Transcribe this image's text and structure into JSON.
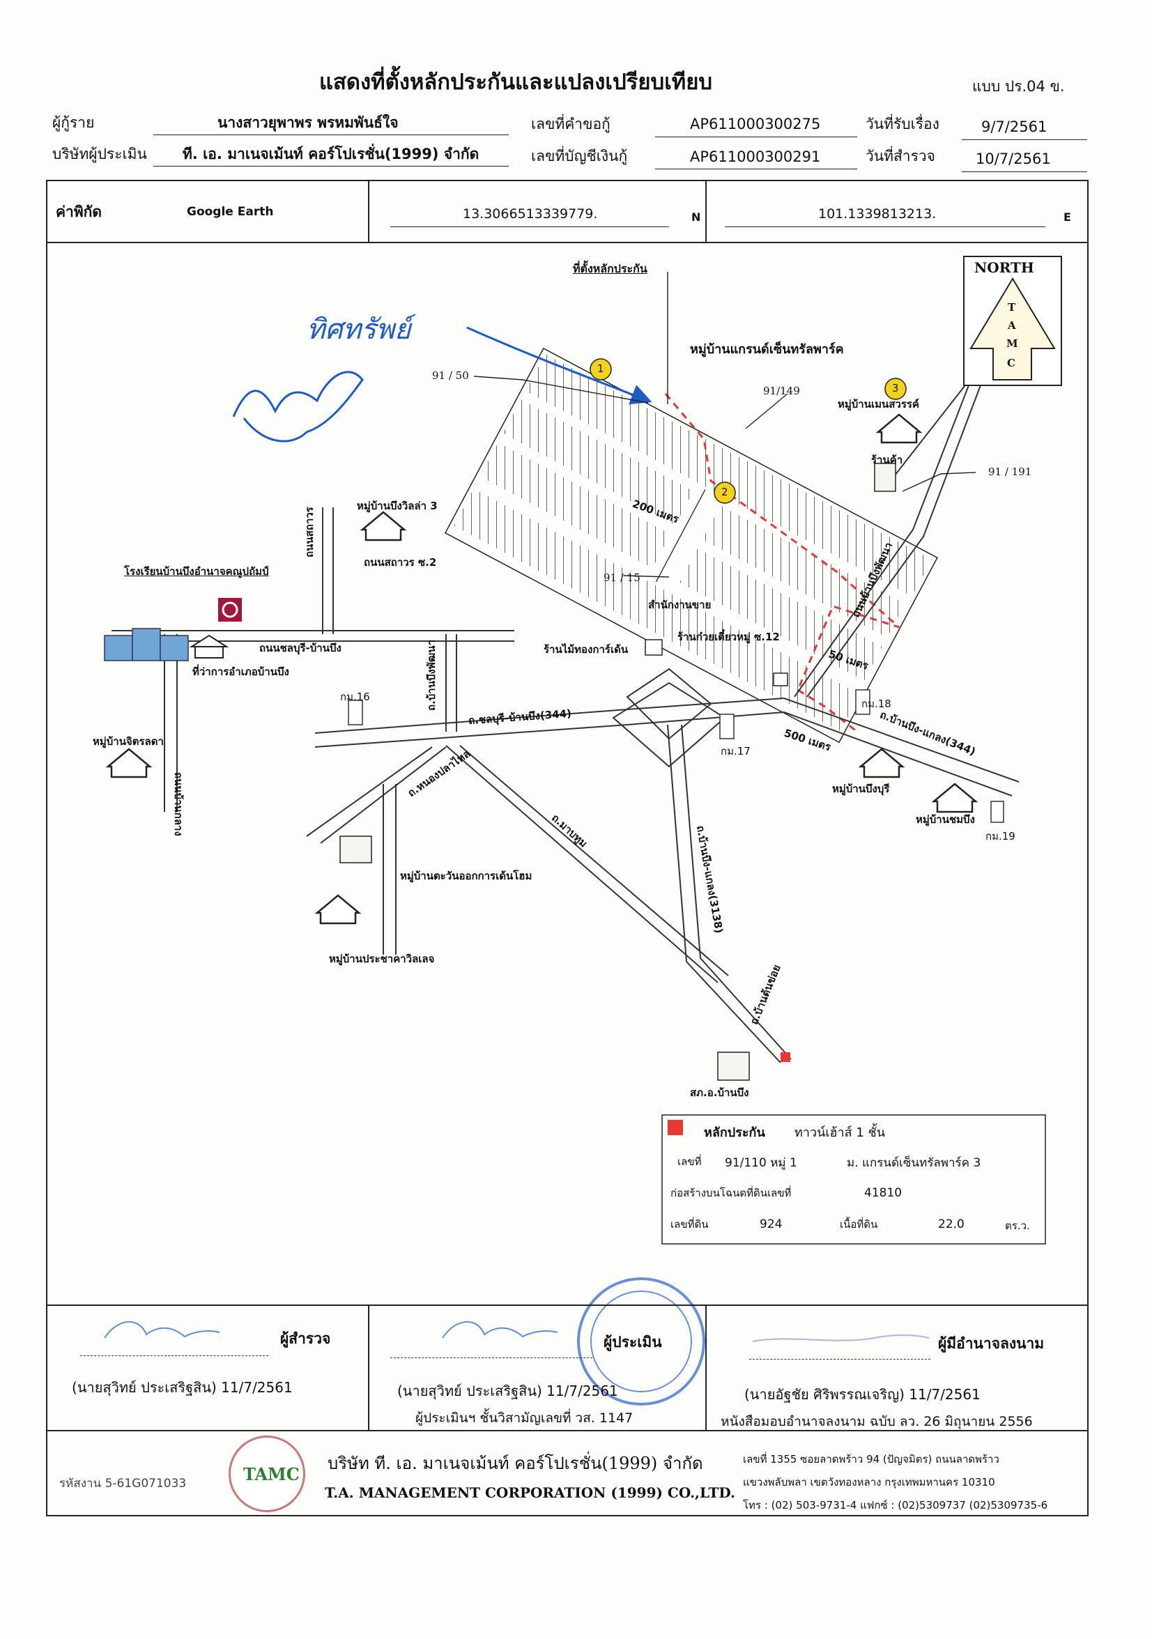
{
  "header": {
    "title": "แสดงที่ตั้งหลักประกันและแปลงเปรียบเทียบ",
    "form_code": "แบบ ปร.04 ข.",
    "borrower_label": "ผู้กู้ราย",
    "borrower_name": "นางสาวยุพาพร พรหมพันธ์ใจ",
    "request_no_label": "เลขที่คำขอกู้",
    "request_no": "AP611000300275",
    "received_label": "วันที่รับเรื่อง",
    "received_date": "9/7/2561",
    "appraiser_company_label": "บริษัทผู้ประเมิน",
    "appraiser_company": "ที. เอ. มาเนจเม้นท์ คอร์โปเรชั่น(1999) จำกัด",
    "account_no_label": "เลขที่บัญชีเงินกู้",
    "account_no": "AP611000300291",
    "survey_label": "วันที่สำรวจ",
    "survey_date": "10/7/2561"
  },
  "coords": {
    "label": "ค่าพิกัด",
    "source": "Google Earth",
    "lat": "13.3066513339779.",
    "lat_dir": "N",
    "lon": "101.1339813213.",
    "lon_dir": "E"
  },
  "map": {
    "north_label": "NORTH",
    "north_logo_letters": [
      "T",
      "A",
      "M",
      "C"
    ],
    "collateral_location": "ที่ตั้งหลักประกัน",
    "project_name": "หมู่บ้านแกรนด์เซ็นทรัลพาร์ค",
    "handwritten_note": "ทิศทรัพย์",
    "ref_labels": {
      "p91_50": "91 / 50",
      "p91_149": "91/149",
      "p91_191": "91 / 191",
      "p91_15": "91 / 15"
    },
    "markers": [
      "1",
      "2",
      "3"
    ],
    "places": {
      "village_mane": "หมู่บ้านเมนสวรรค์",
      "shop": "ร้านค้า",
      "village_bueng_villa": "หมู่บ้านบึงวิลล่า 3",
      "road_sathaworn": "ถนนสถาวร ซ.2",
      "road_sathaworn_vertical": "ถนนสถาวร",
      "school": "โรงเรียนบ้านบึงอำนาจคณูปถัมป์",
      "road_chonburi_banbueng": "ถนนชลบุรี-บ้านบึง",
      "district_office": "ที่ว่าการอำเภอบ้านบึง",
      "road_banbueng_vertical": "ถ.บ้านบึงพัฒนา",
      "km16": "กม.16",
      "village_jitlada": "หมู่บ้านจิตรลดา",
      "road_banklang": "ถนนบ้านกลาง",
      "road_344_left": "ถ.ชลบุรี-บ้านบึง(344)",
      "office_sales": "สำนักงานขาย",
      "shop_thong": "ร้านไม้ทองการ์เด้น",
      "shop_noodle": "ร้านก๋วยเตี๋ยวหมู่ ซ.12",
      "dist_50": "50 เมตร",
      "dist_200": "200 เมตร",
      "dist_500": "500 เมตร",
      "road_banbueng_pattana": "ถนนบ้านบึงพัฒนา",
      "km18": "กม.18",
      "road_344_right": "ถ.บ้านบึง-แกลง(344)",
      "km17": "กม.17",
      "village_bueng_buri": "หมู่บ้านบึงบุรี",
      "village_chom_bueng": "หมู่บ้านชมบึง",
      "km19": "กม.19",
      "road_nongpla": "ถ.หนองปลาไหล",
      "road_maptoop": "ถ.มาบทูม",
      "road_3138": "ถ.บ้านบึง-แกลง(3138)",
      "village_ratchaphruek": "หมู่บ้านตะวันออกการเด้นโฮม",
      "village_prachakon": "หมู่บ้านประชาคาวิลเลจ",
      "road_bantonkhoi": "ถ.บ้านต้นข่อย",
      "police": "สภ.อ.บ้านบึง"
    },
    "legend": {
      "title": "หลักประกัน",
      "type": "ทาวน์เฮ้าส์ 1 ชั้น",
      "no_label": "เลขที่",
      "no_value": "91/110 หมู่ 1",
      "village": "ม. แกรนด์เซ็นทรัลพาร์ค 3",
      "deed_label": "ก่อสร้างบนโฉนดที่ดินเลขที่",
      "deed_value": "41810",
      "land_no_label": "เลขที่ดิน",
      "land_no_value": "924",
      "area_label": "เนื้อที่ดิน",
      "area_value": "22.0",
      "area_unit": "ตร.ว."
    },
    "colors": {
      "marker_yellow": "#f3d21d",
      "route_red": "#e53935",
      "arrow_blue": "#1e5bc6",
      "stamp_blue": "#6a8fd8"
    }
  },
  "signatures": {
    "surveyor_role": "ผู้สำรวจ",
    "surveyor_name": "(นายสุวิทย์ ประเสริฐสิน) 11/7/2561",
    "appraiser_role": "ผู้ประเมิน",
    "appraiser_name": "(นายสุวิทย์ ประเสริฐสิน) 11/7/2561",
    "appraiser_license": "ผู้ประเมินฯ ชั้นวิสามัญเลขที่ วส. 1147",
    "authorized_role": "ผู้มีอำนาจลงนาม",
    "authorized_name": "(นายอัฐชัย ศิริพรรณเจริญ) 11/7/2561",
    "authorized_doc": "หนังสือมอบอำนาจลงนาม ฉบับ ลว. 26 มิถุนายน 2556"
  },
  "footer": {
    "doc_code": "รหัสงาน 5-61G071033",
    "company_th": "บริษัท ที. เอ. มาเนจเม้นท์ คอร์โปเรชั่น(1999) จำกัด",
    "company_en": "T.A. MANAGEMENT CORPORATION (1999) CO.,LTD.",
    "address1": "เลขที่ 1355 ซอยลาดพร้าว 94 (ปัญจมิตร) ถนนลาดพร้าว",
    "address2": "แขวงพลับพลา เขตวังทองหลาง กรุงเทพมหานคร 10310",
    "phone": "โทร : (02) 503-9731-4 แฟกซ์ : (02)5309737 (02)5309735-6",
    "logo_text": "TAMC"
  }
}
